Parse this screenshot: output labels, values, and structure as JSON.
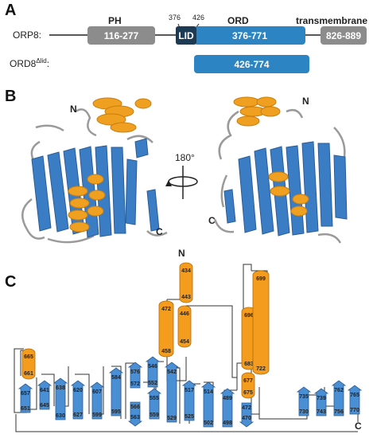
{
  "panels": {
    "a": "A",
    "b": "B",
    "c": "C"
  },
  "panel_a": {
    "rows": [
      {
        "label": "ORP8:"
      },
      {
        "label_main": "ORD8",
        "label_sup": "Δlid",
        "label_end": ":"
      }
    ],
    "domains": {
      "ph": {
        "title": "PH",
        "range": "116-277"
      },
      "lid": {
        "label": "LID",
        "start": "376",
        "end": "426"
      },
      "ord": {
        "title": "ORD",
        "range": "376-771"
      },
      "tm": {
        "title": "transmembrane",
        "range": "826-889"
      },
      "ord_dlid": {
        "range": "426-774"
      }
    }
  },
  "panel_b": {
    "rotation_label": "180°",
    "termini": {
      "n": "N",
      "c": "C"
    },
    "colors": {
      "helix": "#f0a020",
      "strand": "#3b7dc4",
      "loop": "#9a9a9a"
    }
  },
  "panel_c": {
    "termini": {
      "n": "N",
      "c": "C"
    },
    "colors": {
      "helix": "#f39c1e",
      "strand": "#4a8fd3"
    },
    "helices": [
      {
        "top": "434",
        "bottom": "443"
      },
      {
        "top": "472",
        "bottom": "458"
      },
      {
        "top": "446",
        "bottom": "454"
      },
      {
        "top": "665",
        "bottom": "661"
      },
      {
        "top": "696",
        "bottom": "683"
      },
      {
        "top": "699",
        "bottom": "722"
      },
      {
        "top": "677",
        "bottom": "675"
      }
    ],
    "strands": [
      {
        "top": "657",
        "bottom": "651"
      },
      {
        "top": "641",
        "bottom": "645"
      },
      {
        "top": "638",
        "bottom": "630"
      },
      {
        "top": "620",
        "bottom": "627"
      },
      {
        "top": "607",
        "bottom": "599"
      },
      {
        "top": "584",
        "bottom": "595"
      },
      {
        "top": "576",
        "bottom": "572"
      },
      {
        "top": "566",
        "bottom": "563"
      },
      {
        "top": "546",
        "bottom": "552"
      },
      {
        "top": "555",
        "bottom": "559"
      },
      {
        "top": "542",
        "bottom": "529"
      },
      {
        "top": "517",
        "bottom": "525"
      },
      {
        "top": "514",
        "bottom": "502"
      },
      {
        "top": "489",
        "bottom": "498"
      },
      {
        "top": "472",
        "bottom": "470"
      },
      {
        "top": "735",
        "bottom": "730"
      },
      {
        "top": "739",
        "bottom": "743"
      },
      {
        "top": "762",
        "bottom": "756"
      },
      {
        "top": "765",
        "bottom": "770"
      }
    ]
  }
}
